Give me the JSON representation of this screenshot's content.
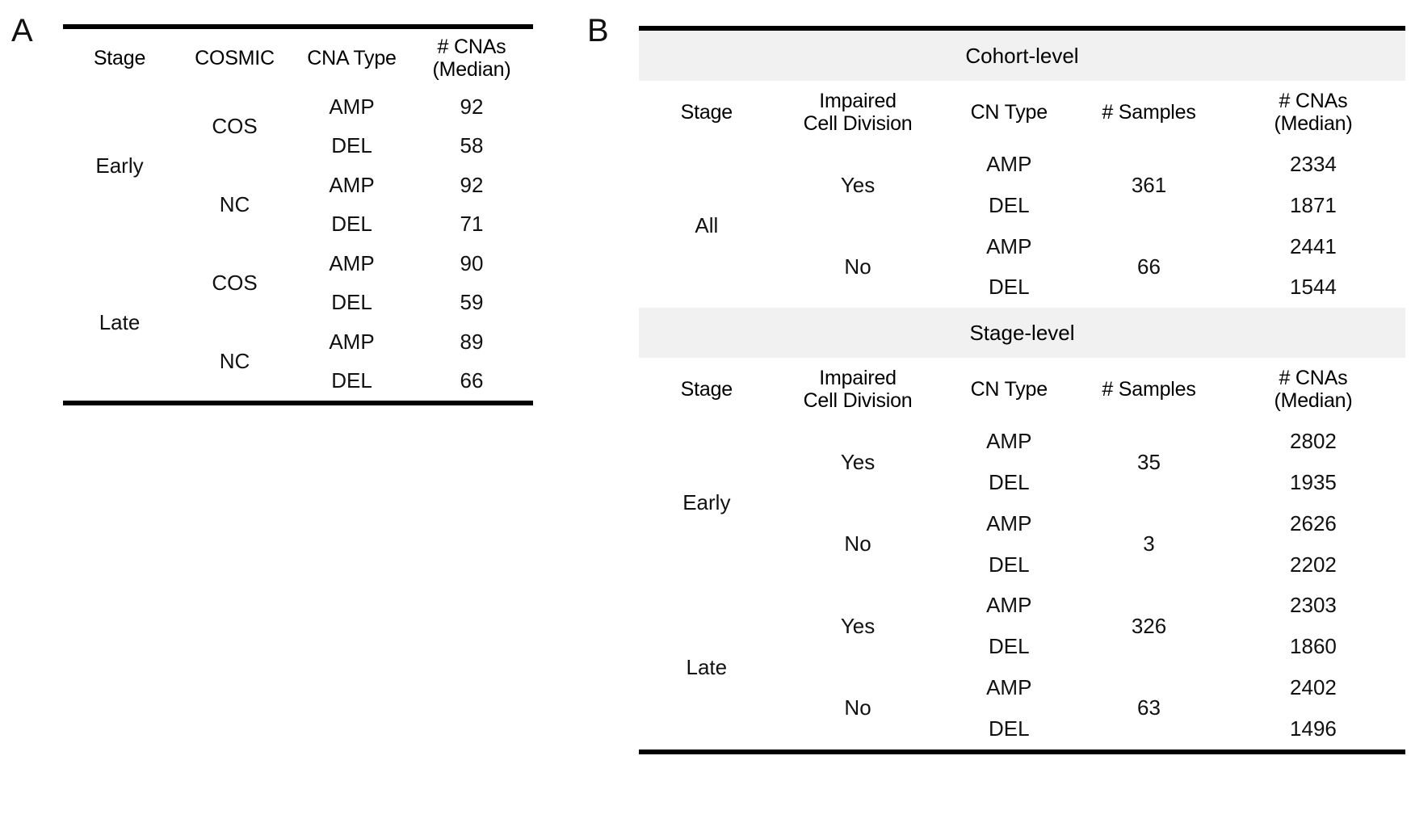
{
  "panels": {
    "a": {
      "label": "A",
      "headers": {
        "stage": "Stage",
        "cosmic": "COSMIC",
        "cna_type": "CNA Type",
        "cnas_line1": "# CNAs",
        "cnas_line2": "(Median)"
      },
      "rows": [
        {
          "stage": "Early",
          "cosmic": "COS",
          "cna_type": "AMP",
          "cnas_median": "92"
        },
        {
          "stage": "Early",
          "cosmic": "COS",
          "cna_type": "DEL",
          "cnas_median": "58"
        },
        {
          "stage": "Early",
          "cosmic": "NC",
          "cna_type": "AMP",
          "cnas_median": "92"
        },
        {
          "stage": "Early",
          "cosmic": "NC",
          "cna_type": "DEL",
          "cnas_median": "71"
        },
        {
          "stage": "Late",
          "cosmic": "COS",
          "cna_type": "AMP",
          "cnas_median": "90"
        },
        {
          "stage": "Late",
          "cosmic": "COS",
          "cna_type": "DEL",
          "cnas_median": "59"
        },
        {
          "stage": "Late",
          "cosmic": "NC",
          "cna_type": "AMP",
          "cnas_median": "89"
        },
        {
          "stage": "Late",
          "cosmic": "NC",
          "cna_type": "DEL",
          "cnas_median": "66"
        }
      ],
      "cells": {
        "stage_early": "Early",
        "stage_late": "Late",
        "cosmic_cos_1": "COS",
        "cosmic_nc_1": "NC",
        "cosmic_cos_2": "COS",
        "cosmic_nc_2": "NC",
        "r1_type": "AMP",
        "r1_val": "92",
        "r2_type": "DEL",
        "r2_val": "58",
        "r3_type": "AMP",
        "r3_val": "92",
        "r4_type": "DEL",
        "r4_val": "71",
        "r5_type": "AMP",
        "r5_val": "90",
        "r6_type": "DEL",
        "r6_val": "59",
        "r7_type": "AMP",
        "r7_val": "89",
        "r8_type": "DEL",
        "r8_val": "66"
      }
    },
    "b": {
      "label": "B",
      "bands": {
        "cohort": "Cohort-level",
        "stage": "Stage-level"
      },
      "headers": {
        "stage": "Stage",
        "impaired_line1": "Impaired",
        "impaired_line2": "Cell Division",
        "cn_type": "CN Type",
        "samples": "# Samples",
        "cnas_line1": "# CNAs",
        "cnas_line2": "(Median)"
      },
      "cohort_rows": [
        {
          "stage": "All",
          "impaired": "Yes",
          "cn_type": "AMP",
          "samples": "361",
          "cnas_median": "2334"
        },
        {
          "stage": "All",
          "impaired": "Yes",
          "cn_type": "DEL",
          "samples": "361",
          "cnas_median": "1871"
        },
        {
          "stage": "All",
          "impaired": "No",
          "cn_type": "AMP",
          "samples": "66",
          "cnas_median": "2441"
        },
        {
          "stage": "All",
          "impaired": "No",
          "cn_type": "DEL",
          "samples": "66",
          "cnas_median": "1544"
        }
      ],
      "stage_rows": [
        {
          "stage": "Early",
          "impaired": "Yes",
          "cn_type": "AMP",
          "samples": "35",
          "cnas_median": "2802"
        },
        {
          "stage": "Early",
          "impaired": "Yes",
          "cn_type": "DEL",
          "samples": "35",
          "cnas_median": "1935"
        },
        {
          "stage": "Early",
          "impaired": "No",
          "cn_type": "AMP",
          "samples": "3",
          "cnas_median": "2626"
        },
        {
          "stage": "Early",
          "impaired": "No",
          "cn_type": "DEL",
          "samples": "3",
          "cnas_median": "2202"
        },
        {
          "stage": "Late",
          "impaired": "Yes",
          "cn_type": "AMP",
          "samples": "326",
          "cnas_median": "2303"
        },
        {
          "stage": "Late",
          "impaired": "Yes",
          "cn_type": "DEL",
          "samples": "326",
          "cnas_median": "1860"
        },
        {
          "stage": "Late",
          "impaired": "No",
          "cn_type": "AMP",
          "samples": "63",
          "cnas_median": "2402"
        },
        {
          "stage": "Late",
          "impaired": "No",
          "cn_type": "DEL",
          "samples": "63",
          "cnas_median": "1496"
        }
      ],
      "cells": {
        "co_stage_all": "All",
        "co_imp_yes": "Yes",
        "co_imp_no": "No",
        "co_r1_type": "AMP",
        "co_r1_samples": "361",
        "co_r1_val": "2334",
        "co_r2_type": "DEL",
        "co_r2_val": "1871",
        "co_r3_type": "AMP",
        "co_r3_samples": "66",
        "co_r3_val": "2441",
        "co_r4_type": "DEL",
        "co_r4_val": "1544",
        "st_stage_early": "Early",
        "st_stage_late": "Late",
        "st_imp_yes_1": "Yes",
        "st_imp_no_1": "No",
        "st_imp_yes_2": "Yes",
        "st_imp_no_2": "No",
        "st_r1_type": "AMP",
        "st_r1_samples": "35",
        "st_r1_val": "2802",
        "st_r2_type": "DEL",
        "st_r2_val": "1935",
        "st_r3_type": "AMP",
        "st_r3_samples": "3",
        "st_r3_val": "2626",
        "st_r4_type": "DEL",
        "st_r4_val": "2202",
        "st_r5_type": "AMP",
        "st_r5_samples": "326",
        "st_r5_val": "2303",
        "st_r6_type": "DEL",
        "st_r6_val": "1860",
        "st_r7_type": "AMP",
        "st_r7_samples": "63",
        "st_r7_val": "2402",
        "st_r8_type": "DEL",
        "st_r8_val": "1496"
      }
    }
  },
  "colors": {
    "rule": "#000000",
    "band_background": "#f1f1f1",
    "text": "#111111",
    "page_background": "#ffffff"
  }
}
